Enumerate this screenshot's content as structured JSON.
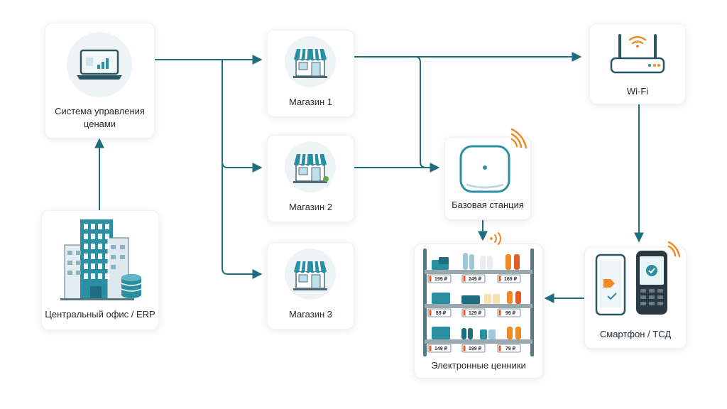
{
  "nodes": {
    "pricing_system": {
      "label": "Система управления ценами",
      "icon": "laptop-chart-icon"
    },
    "store_1": {
      "label": "Магазин 1",
      "icon": "store-icon"
    },
    "store_2": {
      "label": "Магазин 2",
      "icon": "store-icon"
    },
    "store_3": {
      "label": "Магазин 3",
      "icon": "store-icon"
    },
    "central_office": {
      "label": "Центральный офис / ERP",
      "icon": "office-building-icon"
    },
    "wifi": {
      "label": "Wi-Fi",
      "icon": "wifi-router-icon"
    },
    "base_station": {
      "label": "Базовая станция",
      "icon": "base-station-icon"
    },
    "esl_shelf": {
      "label": "Электронные ценники",
      "icon": "shelf-icon",
      "price_tags": [
        [
          "199 ₽",
          "249 ₽",
          "169 ₽"
        ],
        [
          "89 ₽",
          "129 ₽",
          "99 ₽"
        ],
        [
          "149 ₽",
          "199 ₽",
          "79 ₽"
        ]
      ]
    },
    "handheld": {
      "label": "Смартфон / ТСД",
      "icon": "smartphone-terminal-icon"
    }
  },
  "colors": {
    "connector": "#1e6e80",
    "accent_teal": "#2a8fa3",
    "signal_orange": "#f08a24",
    "card_shadow": "#d7e0e5"
  }
}
